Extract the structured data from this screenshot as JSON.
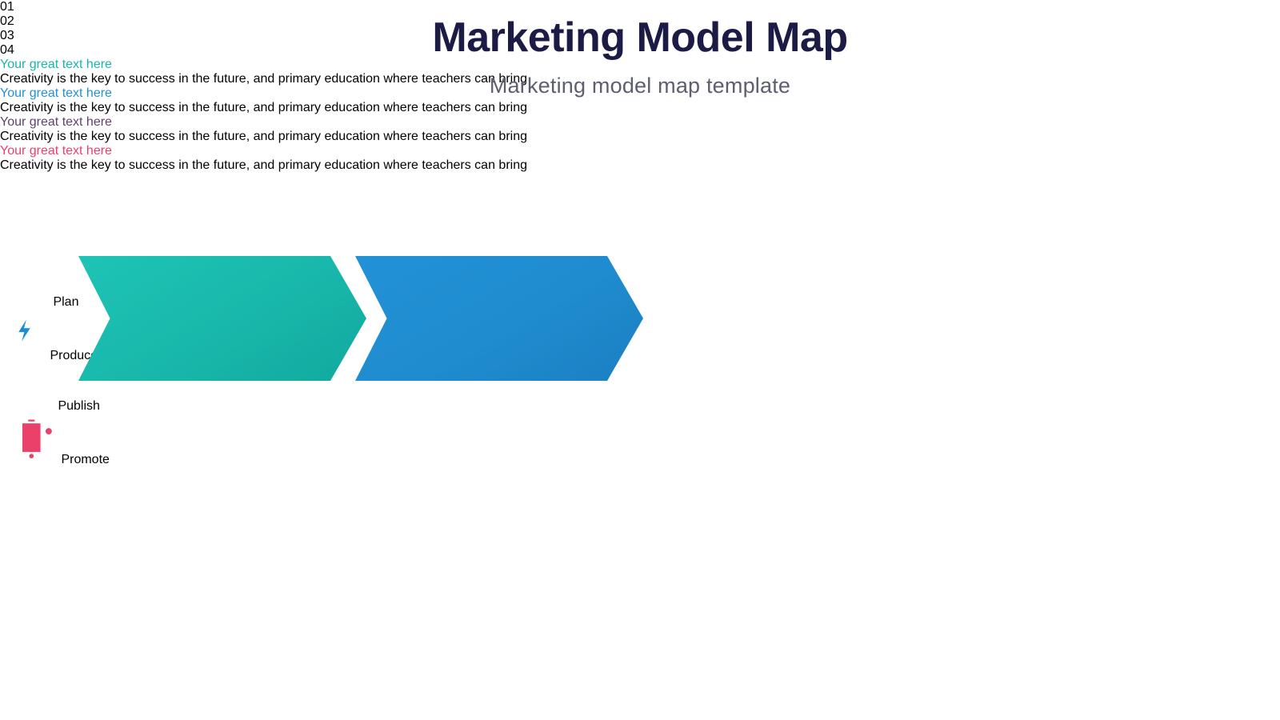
{
  "header": {
    "title": "Marketing Model Map",
    "subtitle": "Marketing model map template"
  },
  "colors": {
    "title": "#1b1b46",
    "subtitle": "#5d5f70",
    "body_text": "#55575f",
    "connector_dot": "#2b2c44",
    "step_1": "#19b7ab",
    "step_2": "#1f8ccf",
    "step_3": "#63406f",
    "step_4": "#ea4069"
  },
  "steps": [
    {
      "number": "01",
      "label": "Plan",
      "icon": "presentation-chart-icon",
      "arrow_color": "#19b7ab",
      "badge_gradient_from": "#2f8fe0",
      "badge_gradient_to": "#17c2b4",
      "heading": "Your great text here",
      "heading_color": "#19b7ab",
      "body": "Creativity is the key to success in the future, and primary education where teachers can bring"
    },
    {
      "number": "02",
      "label": "Produce",
      "icon": "head-lightning-icon",
      "arrow_color": "#1f8ccf",
      "badge_gradient_from": "#5e3d72",
      "badge_gradient_to": "#2b86cd",
      "heading": "Your great text here",
      "heading_color": "#2391d6",
      "body": "Creativity is the key to success in the future, and primary education where teachers can bring"
    },
    {
      "number": "03",
      "label": "Publish",
      "icon": "people-group-icon",
      "arrow_color": "#63406f",
      "badge_gradient_from": "#7a2f8f",
      "badge_gradient_to": "#5d4478",
      "heading": "Your great text here",
      "heading_color": "#63406f",
      "body": "Creativity is the key to success in the future, and primary education where teachers can bring"
    },
    {
      "number": "04",
      "label": "Promote",
      "icon": "mobile-gear-icon",
      "arrow_color": "#ea4069",
      "badge_gradient_from": "#ee4371",
      "badge_gradient_to": "#7b3b96",
      "heading": "Your great text here",
      "heading_color": "#ef3f68",
      "body": "Creativity is the key to success in the future, and primary education where teachers can bring"
    }
  ]
}
